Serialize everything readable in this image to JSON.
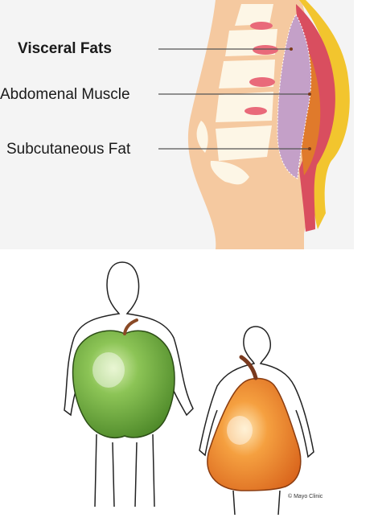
{
  "labels": {
    "visceral": "Visceral Fats",
    "muscle": "Abdomenal Muscle",
    "subcutaneous": "Subcutaneous Fat"
  },
  "credit": "© Mayo Clinic",
  "colors": {
    "skin": "#f5c9a0",
    "bone": "#fdf6e6",
    "visceral_fat": "#c4a0c8",
    "muscle": "#e07a2b",
    "subcutaneous_fat": "#d94e5f",
    "skin_edge": "#f2c52e",
    "apple": "#7fb649",
    "pear": "#f0902e"
  }
}
